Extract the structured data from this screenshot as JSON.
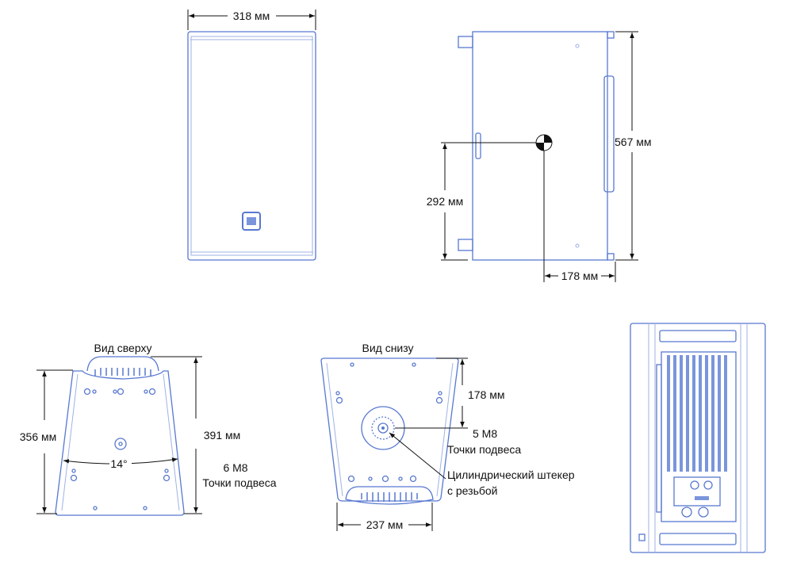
{
  "front_view": {
    "width_label": "318 мм"
  },
  "side_view": {
    "height_label": "567 мм",
    "cg_height_label": "292 мм",
    "cg_depth_label": "178 мм"
  },
  "top_view": {
    "title": "Вид сверху",
    "depth_label": "356 мм",
    "depth_handle_label": "391 мм",
    "angle_label": "14°",
    "points_count": "6 M8",
    "points_label": "Точки подвеса"
  },
  "bottom_view": {
    "title": "Вид снизу",
    "offset_label": "178 мм",
    "points_count": "5 M8",
    "points_label": "Точки подвеса",
    "socket_label_1": "Цилиндрический штекер",
    "socket_label_2": "с резьбой",
    "width_label": "237 мм"
  },
  "colors": {
    "outline": "#5878d0",
    "dimension": "#111111"
  }
}
